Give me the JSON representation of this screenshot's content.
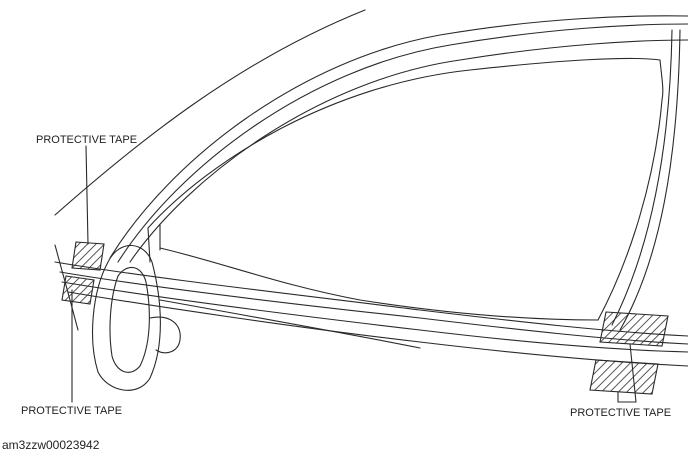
{
  "labels": {
    "top_left": "PROTECTIVE TAPE",
    "bottom_left": "PROTECTIVE TAPE",
    "bottom_right": "PROTECTIVE TAPE"
  },
  "figure_code": "am3zzw00023942",
  "colors": {
    "line": "#2a2a2a",
    "background": "#ffffff"
  }
}
